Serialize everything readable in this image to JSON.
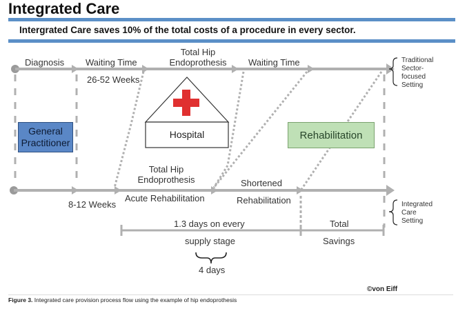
{
  "header": {
    "title": "Integrated Care",
    "subtitle": "Intergrated Care saves 10% of the total costs of a procedure in every sector."
  },
  "top_track": {
    "diagnosis": "Diagnosis",
    "waiting_time_1": "Waiting Time",
    "waiting_weeks": "26-52 Weeks",
    "thp_line1": "Total Hip",
    "thp_line2": "Endoprothesis",
    "waiting_time_2": "Waiting Time",
    "setting": [
      "Traditional",
      "Sector-",
      "focused",
      "Setting"
    ]
  },
  "boxes": {
    "gp_line1": "General",
    "gp_line2": "Practitioner",
    "hospital": "Hospital",
    "rehabilitation": "Rehabilitation"
  },
  "bottom_track": {
    "thp_line1": "Total Hip",
    "thp_line2": "Endoprothesis",
    "shortened": "Shortened",
    "weeks": "8-12 Weeks",
    "acute_rehab": "Acute Rehabilitation",
    "rehabilitation": "Rehabilitation",
    "setting": [
      "Integrated",
      "Care",
      "Setting"
    ]
  },
  "savings": {
    "days_line1": "1.3 days on every",
    "days_line2": "supply stage",
    "four_days": "4 days",
    "total": "Total",
    "savings": "Savings"
  },
  "footer": {
    "copyright": "©von Eiff",
    "caption_label": "Figure 3.",
    "caption_text": " Integrated care provision process flow using the example of hip endoprothesis"
  },
  "colors": {
    "rule": "#5b8fc7",
    "arrow": "#b0b0b0",
    "cross": "#e03030",
    "gp_box": "#5a87c6",
    "rehab_box": "#bfe0b6"
  }
}
